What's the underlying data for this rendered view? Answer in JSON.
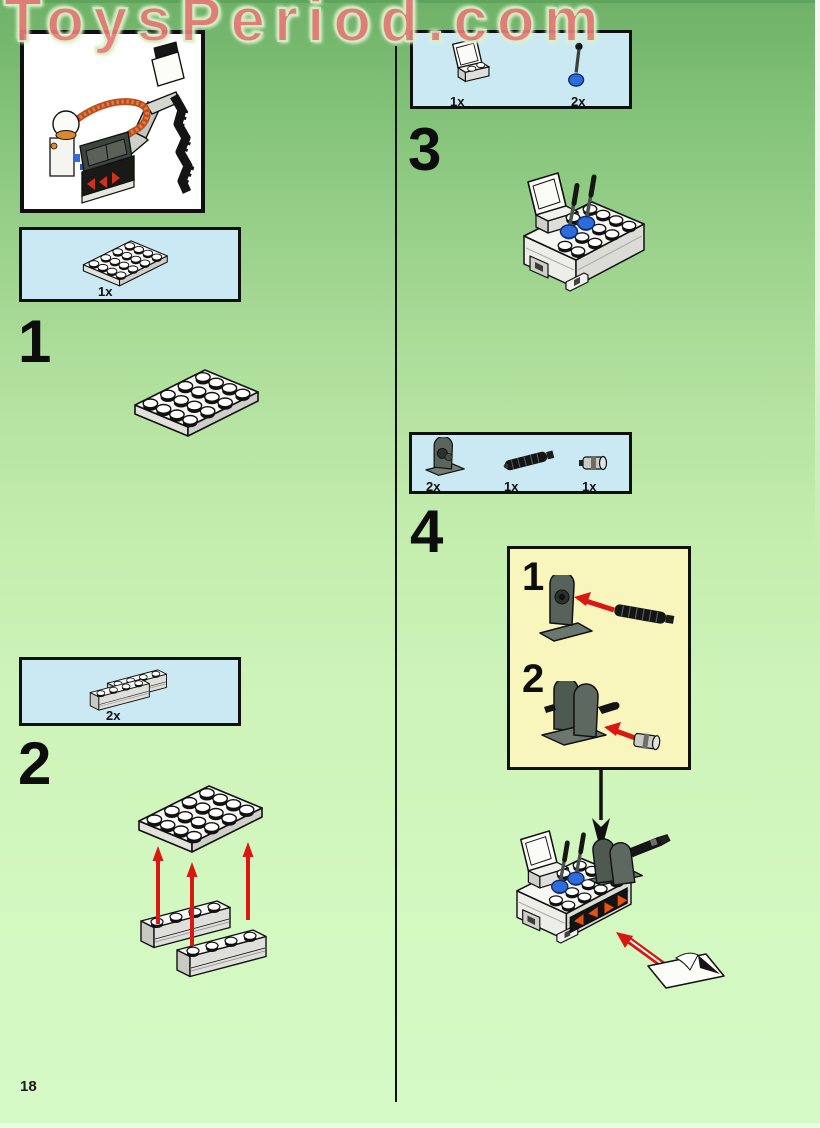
{
  "watermark": {
    "text": "ToysPeriod.com"
  },
  "page": {
    "number": "18"
  },
  "steps": [
    {
      "number": "1",
      "parts": [
        {
          "count": "1x",
          "part": "plate-4x4-white"
        }
      ]
    },
    {
      "number": "2",
      "parts": [
        {
          "count": "2x",
          "part": "brick-1x4-white-grooved"
        }
      ]
    },
    {
      "number": "3",
      "parts": [
        {
          "count": "1x",
          "part": "seat-2x2-white"
        },
        {
          "count": "2x",
          "part": "control-lever-blue"
        }
      ]
    },
    {
      "number": "4",
      "parts": [
        {
          "count": "2x",
          "part": "bracket-2x2x2-dark-gray"
        },
        {
          "count": "1x",
          "part": "ribbed-shaft-black"
        },
        {
          "count": "1x",
          "part": "connector-light-gray"
        }
      ],
      "substeps": [
        {
          "number": "1"
        },
        {
          "number": "2"
        }
      ]
    }
  ],
  "colors": {
    "background_top": "#6fb168",
    "background_bottom": "#d6fac6",
    "parts_box_bg": "#cbe9f2",
    "callout_bg": "#f8f5bd",
    "arrow_red": "#da1710",
    "lever_blue": "#2e6cdb",
    "sticker_orange": "#e8520e",
    "watermark_pink": "#e87a78",
    "watermark_halo": "#d9efc6",
    "dark_gray_part": "#57625b"
  }
}
